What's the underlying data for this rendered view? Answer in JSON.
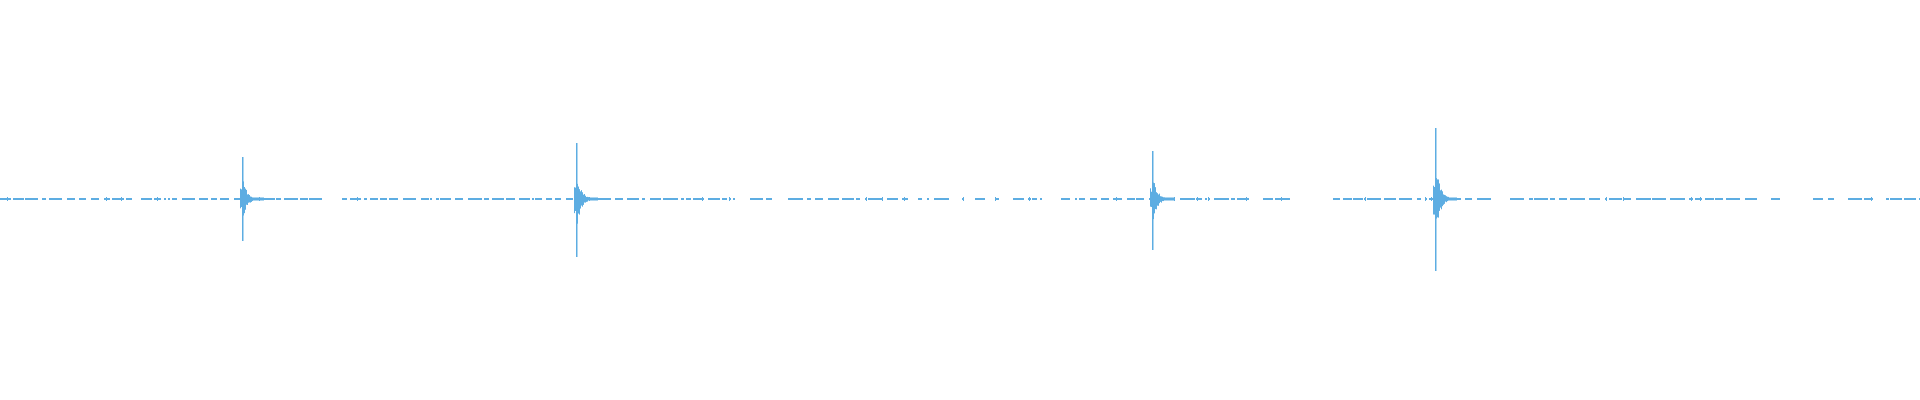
{
  "chart_data": {
    "type": "line",
    "title": "",
    "xlabel": "",
    "ylabel": "",
    "axes_visible": false,
    "grid": false,
    "legend": "none",
    "ylim": [
      -1,
      1
    ],
    "color": "#5DADE2",
    "background": "#ffffff",
    "baseline_amplitude": 0.005,
    "transients": [
      {
        "peak_positive": 0.21,
        "peak_negative": -0.21
      },
      {
        "peak_positive": 0.28,
        "peak_negative": -0.29
      },
      {
        "peak_positive": 0.24,
        "peak_negative": -0.255
      },
      {
        "peak_positive": 0.355,
        "peak_negative": -0.36
      }
    ]
  }
}
